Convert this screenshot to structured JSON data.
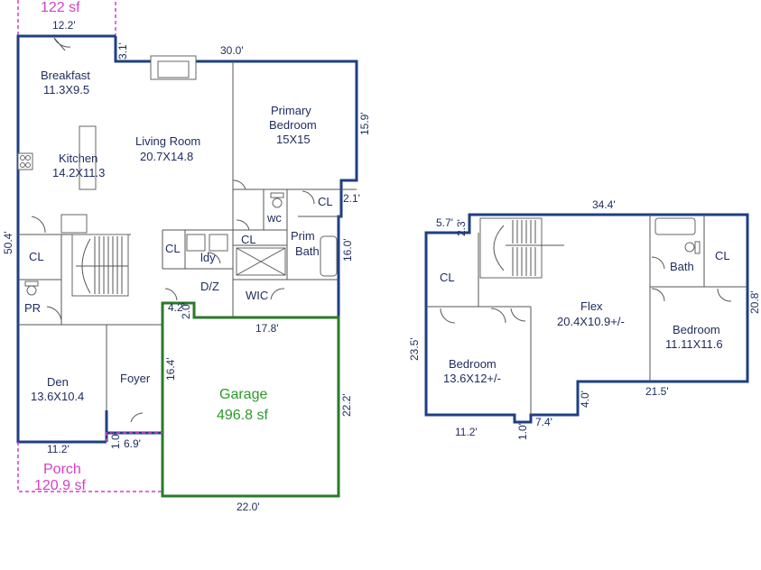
{
  "main_floor": {
    "top_area": "122 sf",
    "rooms": {
      "breakfast": "Breakfast",
      "breakfast_size": "11.3X9.5",
      "kitchen": "Kitchen",
      "kitchen_size": "14.2X11.3",
      "living": "Living Room",
      "living_size": "20.7X14.8",
      "primary": "Primary",
      "primary_2": "Bedroom",
      "primary_size": "15X15",
      "cl1": "CL",
      "cl2": "CL",
      "cl3": "CL",
      "cl4": "CL",
      "wc": "wc",
      "prim_bath_1": "Prim",
      "prim_bath_2": "Bath",
      "ldy": "ldy",
      "dz": "D/Z",
      "wic": "WIC",
      "pr": "PR",
      "den": "Den",
      "den_size": "13.6X10.4",
      "foyer": "Foyer"
    },
    "garage": {
      "label": "Garage",
      "area": "496.8 sf"
    },
    "porch": {
      "label": "Porch",
      "area": "120.9 sf"
    },
    "dims": {
      "d12_2": "12.2'",
      "d3_1": "3.1'",
      "d30_0": "30.0'",
      "d15_9": "15.9'",
      "d2_1": "2.1'",
      "d50_4": "50.4'",
      "d16_0": "16.0'",
      "d4_2": "4.2'",
      "d2_0": "2.0'",
      "d17_8": "17.8'",
      "d16_4": "16.4'",
      "d22_2": "22.2'",
      "d11_2": "11.2'",
      "d1_0": "1.0'",
      "d6_9": "6.9'",
      "d22_0": "22.0'"
    }
  },
  "upper_floor": {
    "rooms": {
      "cl_left": "CL",
      "bath": "Bath",
      "cl_right": "CL",
      "flex": "Flex",
      "flex_size": "20.4X10.9+/-",
      "bed_left": "Bedroom",
      "bed_left_size": "13.6X12+/-",
      "bed_right": "Bedroom",
      "bed_right_size": "11.11X11.6"
    },
    "dims": {
      "d5_7": "5.7'",
      "d2_3": "2.3'",
      "d34_4": "34.4'",
      "d23_5": "23.5'",
      "d20_8": "20.8'",
      "d4_0": "4.0'",
      "d21_5": "21.5'",
      "d11_2": "11.2'",
      "d1_0": "1.0'",
      "d7_4": "7.4'"
    }
  },
  "colors": {
    "wall": "#1e3f82",
    "text": "#1d2b5e",
    "garage": "#2a9a2a",
    "porch": "#d63fc4"
  }
}
